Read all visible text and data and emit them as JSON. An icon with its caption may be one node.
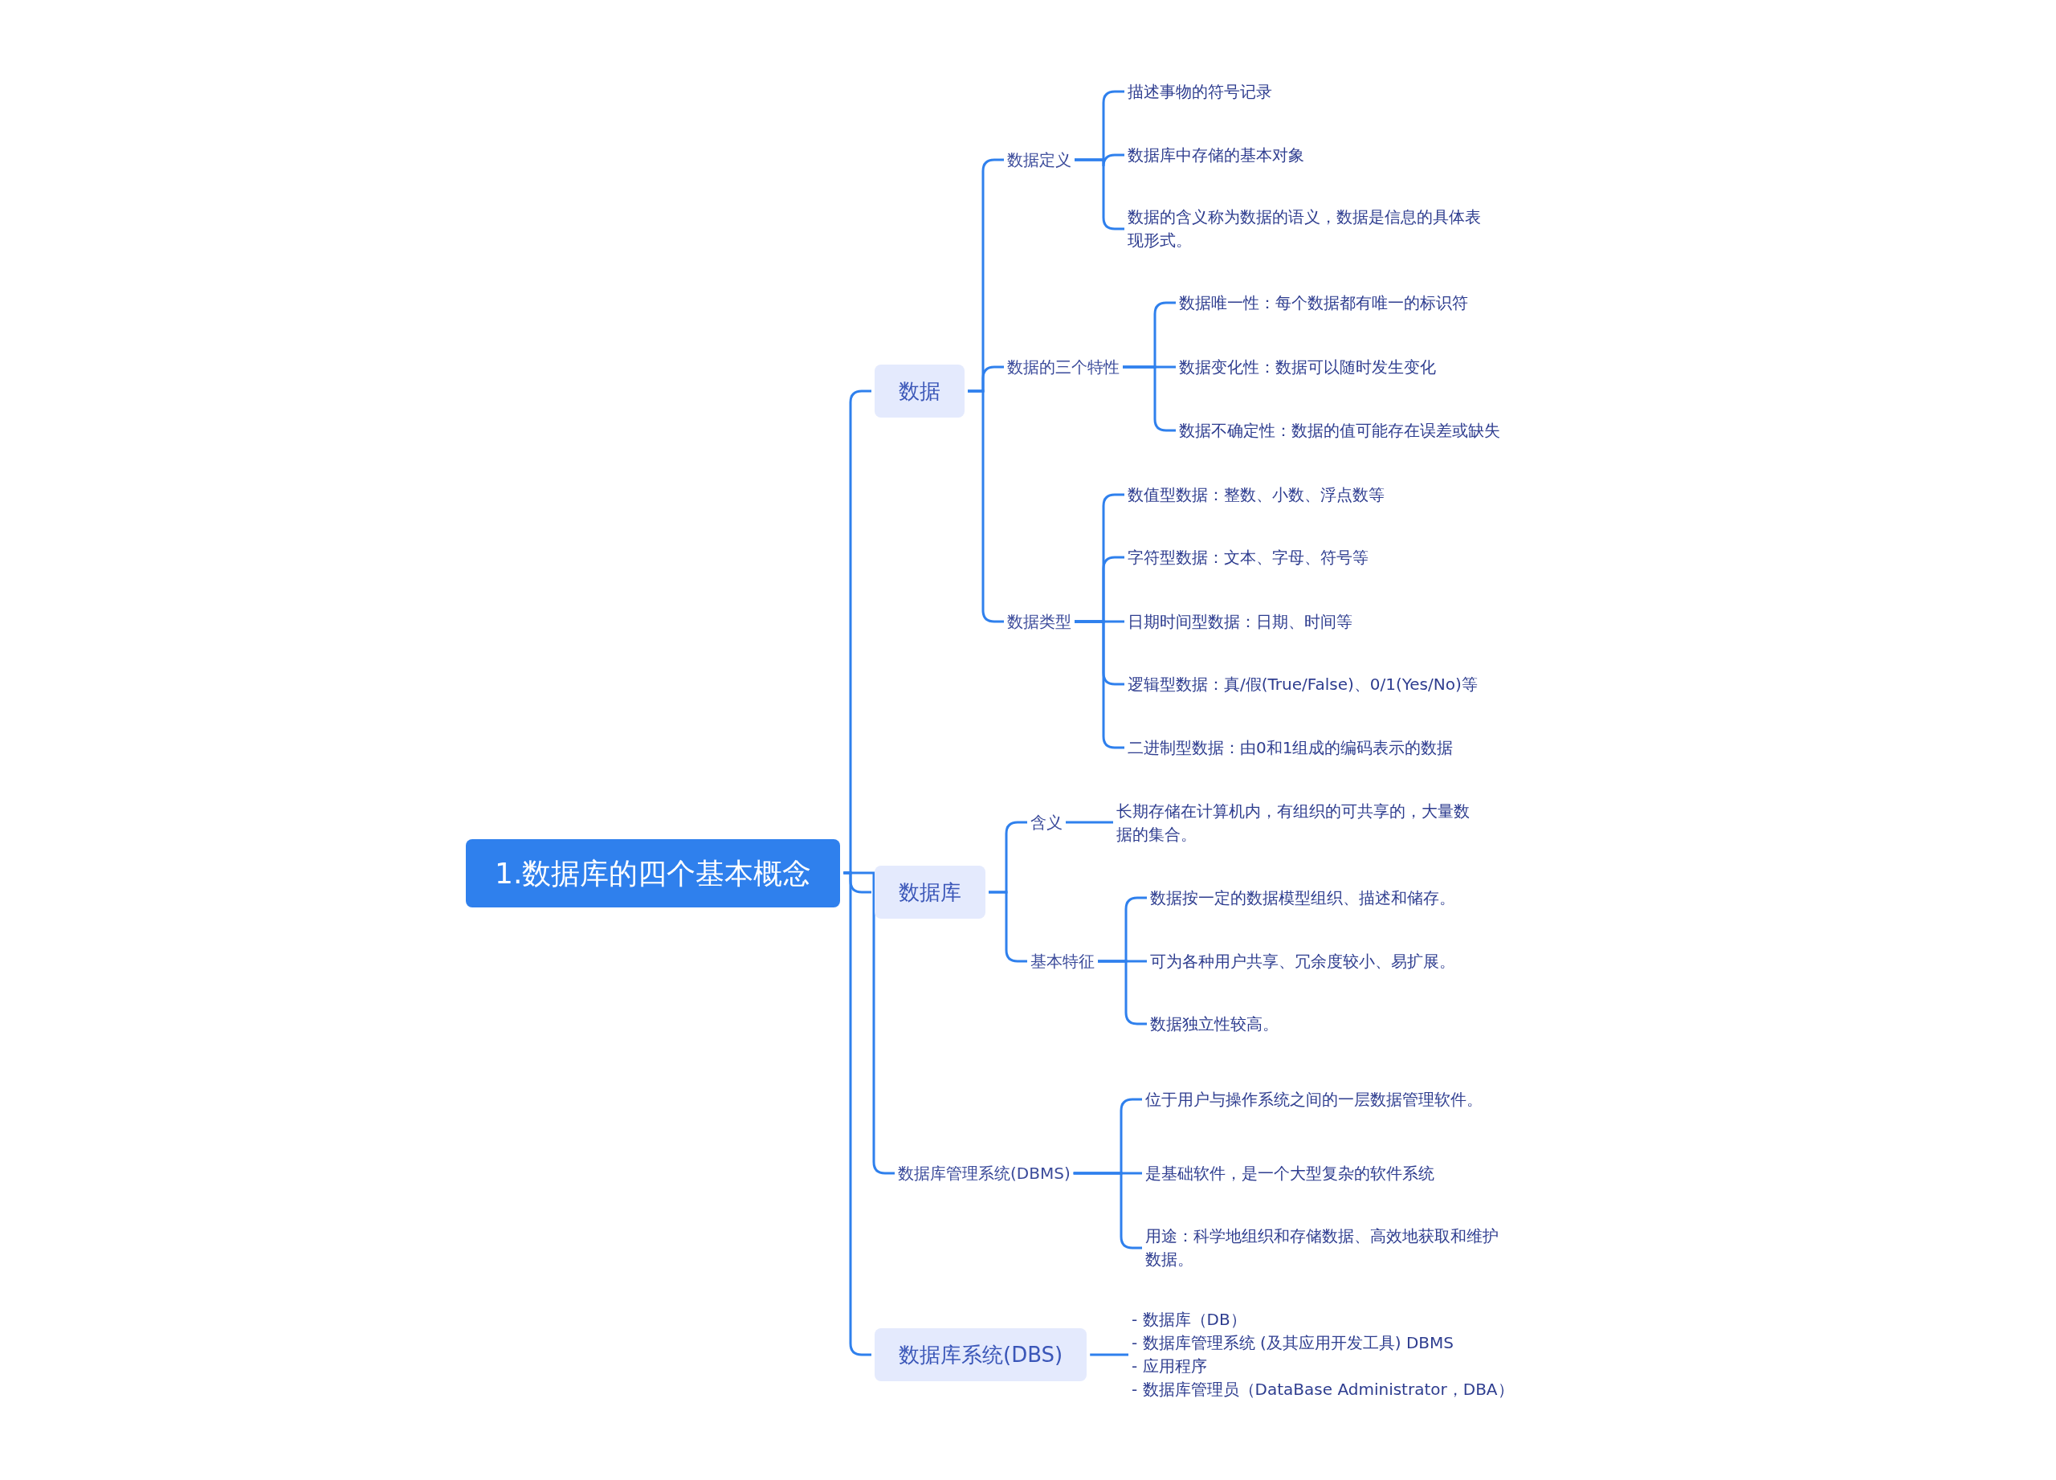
{
  "diagram": {
    "nodes": [
      {
        "text": [
          "1.数据库的四个基本概念"
        ]
      },
      {
        "text": [
          "数据"
        ]
      },
      {
        "text": [
          "数据定义"
        ]
      },
      {
        "text": [
          "描述事物的符号记录"
        ]
      },
      {
        "text": [
          "数据库中存储的基本对象"
        ]
      },
      {
        "text": [
          "数据的含义称为数据的语义，数据是信息的具体表现形式。"
        ]
      },
      {
        "text": [
          "数据的三个特性"
        ]
      },
      {
        "text": [
          "数据唯一性：每个数据都有唯一的标识符"
        ]
      },
      {
        "text": [
          "数据变化性：数据可以随时发生变化"
        ]
      },
      {
        "text": [
          "数据不确定性：数据的值可能存在误差或缺失"
        ]
      },
      {
        "text": [
          "数据类型"
        ]
      },
      {
        "text": [
          "数值型数据：整数、小数、浮点数等"
        ]
      },
      {
        "text": [
          "字符型数据：文本、字母、符号等"
        ]
      },
      {
        "text": [
          "日期时间型数据：日期、时间等"
        ]
      },
      {
        "text": [
          "逻辑型数据：真/假(True/False)、0/1(Yes/No)等"
        ]
      },
      {
        "text": [
          "二进制型数据：由0和1组成的编码表示的数据"
        ]
      },
      {
        "text": [
          "数据库"
        ]
      },
      {
        "text": [
          "含义"
        ]
      },
      {
        "text": [
          "长期存储在计算机内，有组织的可共享的，大量数据的集合。"
        ]
      },
      {
        "text": [
          "基本特征"
        ]
      },
      {
        "text": [
          "数据按一定的数据模型组织、描述和储存。"
        ]
      },
      {
        "text": [
          "可为各种用户共享、冗余度较小、易扩展。"
        ]
      },
      {
        "text": [
          "数据独立性较高。"
        ]
      },
      {
        "text": [
          "数据库管理系统(DBMS)"
        ]
      },
      {
        "text": [
          "位于用户与操作系统之间的一层数据管理软件。"
        ]
      },
      {
        "text": [
          "是基础软件，是一个大型复杂的软件系统"
        ]
      },
      {
        "text": [
          "用途：科学地组织和存储数据、高效地获取和维护数据。"
        ]
      },
      {
        "text": [
          "数据库系统(DBS)"
        ]
      },
      {
        "text": [
          "- 数据库（DB）",
          "- 数据库管理系统 (及其应用开发工具) DBMS",
          "- 应用程序",
          "- 数据库管理员（DataBase Administrator，DBA）"
        ]
      }
    ],
    "edges": [
      {
        "from": 0,
        "to": 1,
        "arrow": "none"
      },
      {
        "from": 0,
        "to": 16,
        "arrow": "none"
      },
      {
        "from": 0,
        "to": 23,
        "arrow": "none"
      },
      {
        "from": 0,
        "to": 27,
        "arrow": "none"
      },
      {
        "from": 1,
        "to": 2,
        "arrow": "none"
      },
      {
        "from": 1,
        "to": 6,
        "arrow": "none"
      },
      {
        "from": 1,
        "to": 10,
        "arrow": "none"
      },
      {
        "from": 2,
        "to": 3,
        "arrow": "none"
      },
      {
        "from": 2,
        "to": 4,
        "arrow": "none"
      },
      {
        "from": 2,
        "to": 5,
        "arrow": "none"
      },
      {
        "from": 6,
        "to": 7,
        "arrow": "none"
      },
      {
        "from": 6,
        "to": 8,
        "arrow": "none"
      },
      {
        "from": 6,
        "to": 9,
        "arrow": "none"
      },
      {
        "from": 10,
        "to": 11,
        "arrow": "none"
      },
      {
        "from": 10,
        "to": 12,
        "arrow": "none"
      },
      {
        "from": 10,
        "to": 13,
        "arrow": "none"
      },
      {
        "from": 10,
        "to": 14,
        "arrow": "none"
      },
      {
        "from": 10,
        "to": 15,
        "arrow": "none"
      },
      {
        "from": 16,
        "to": 17,
        "arrow": "none"
      },
      {
        "from": 16,
        "to": 19,
        "arrow": "none"
      },
      {
        "from": 17,
        "to": 18,
        "arrow": "none"
      },
      {
        "from": 19,
        "to": 20,
        "arrow": "none"
      },
      {
        "from": 19,
        "to": 21,
        "arrow": "none"
      },
      {
        "from": 19,
        "to": 22,
        "arrow": "none"
      },
      {
        "from": 23,
        "to": 24,
        "arrow": "none"
      },
      {
        "from": 23,
        "to": 25,
        "arrow": "none"
      },
      {
        "from": 23,
        "to": 26,
        "arrow": "none"
      },
      {
        "from": 27,
        "to": 28,
        "arrow": "none"
      }
    ]
  }
}
